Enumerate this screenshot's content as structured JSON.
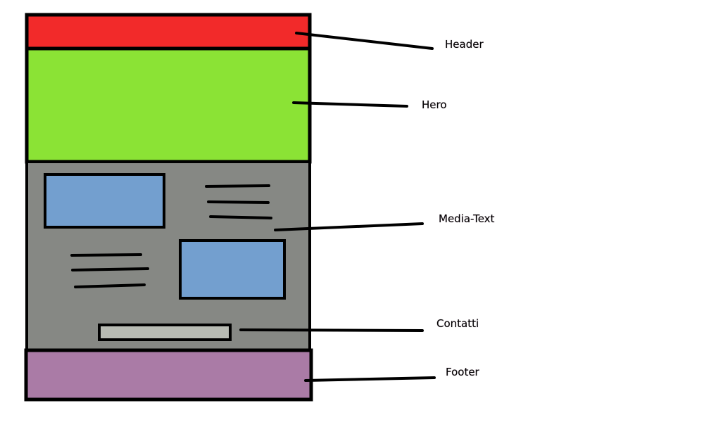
{
  "sections": {
    "header": {
      "label": "Header",
      "color": "#f22a2a"
    },
    "hero": {
      "label": "Hero",
      "color": "#8be335"
    },
    "media_text": {
      "label": "Media-Text",
      "color": "#868884",
      "image_color": "#739fcf"
    },
    "contatti": {
      "label": "Contatti",
      "color": "#b8bbb3"
    },
    "footer": {
      "label": "Footer",
      "color": "#aa7ba6"
    }
  },
  "outline_color": "#000000"
}
